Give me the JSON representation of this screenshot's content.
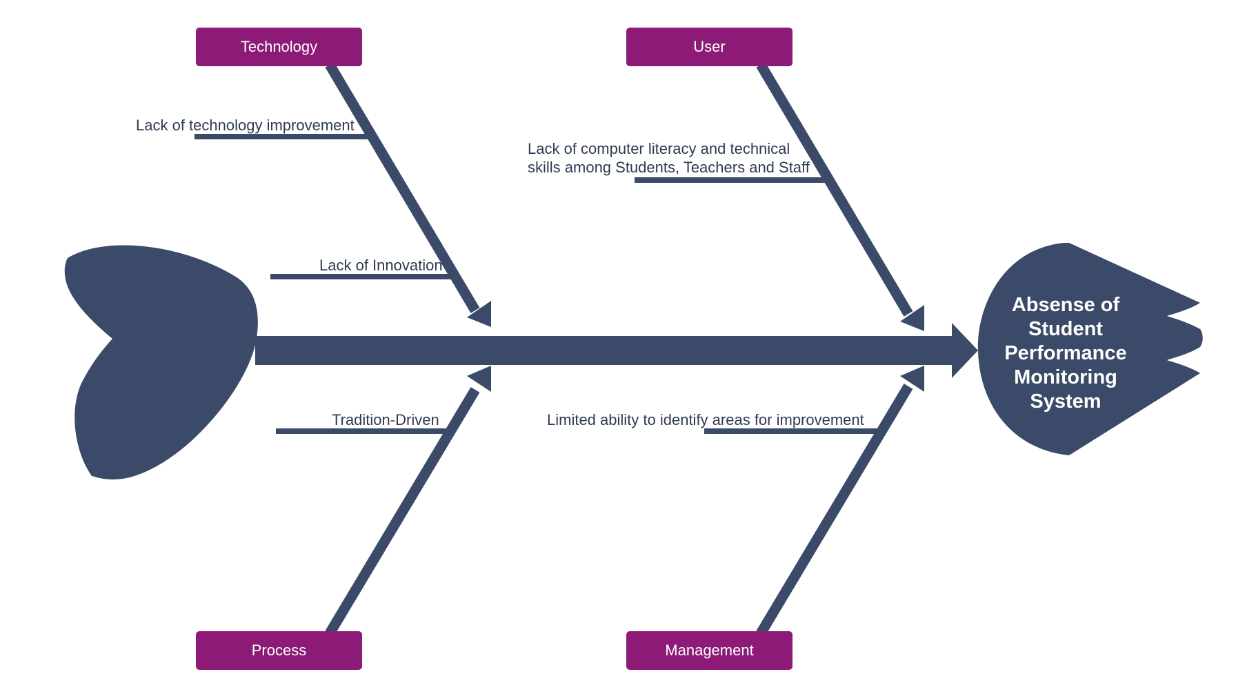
{
  "colors": {
    "bone": "#3b4a68",
    "category_fill": "#8c1a76",
    "category_text": "#ffffff",
    "cause_text": "#2f3b52",
    "effect_text": "#ffffff",
    "background": "#ffffff"
  },
  "categories": {
    "technology": "Technology",
    "user": "User",
    "process": "Process",
    "management": "Management"
  },
  "causes": {
    "technology": [
      "Lack of technology improvement",
      "Lack of Innovation"
    ],
    "user_line1": "Lack of computer literacy and technical",
    "user_line2": "skills among Students, Teachers and Staff",
    "process": "Tradition-Driven",
    "management": "Limited ability to identify areas for improvement"
  },
  "effect": {
    "lines": [
      "Absense of",
      "Student",
      "Performance",
      "Monitoring",
      "System"
    ]
  }
}
